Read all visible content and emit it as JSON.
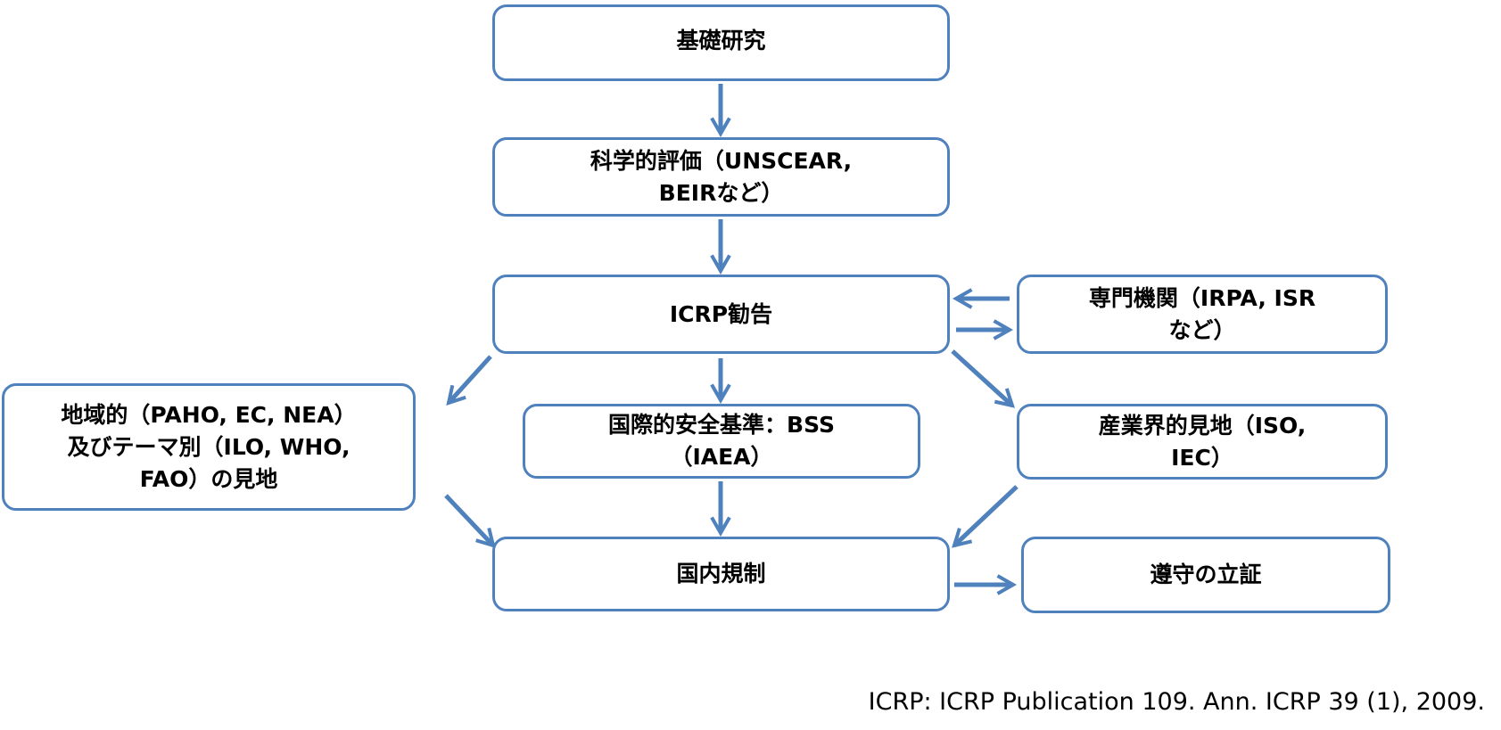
{
  "boxes": {
    "basic_research": "基礎研究",
    "scientific_evaluation": "科学的評価（UNSCEAR,\nBEIRなど）",
    "icrp_recommendations": "ICRP勧告",
    "professional_bodies": "専門機関（IRPA, ISR\nなど）",
    "regional_thematic": "地域的（PAHO, EC, NEA）\n及びテーマ別（ILO, WHO,\nFAO）の見地",
    "international_standards": "国際的安全基準：BSS\n（IAEA）",
    "industry_views": "産業界的見地（ISO,\nIEC）",
    "national_regulation": "国内規制",
    "demonstration_of_compliance": "遵守の立証"
  },
  "footnote": "ICRP: ICRP Publication 109. Ann. ICRP 39 (1), 2009.",
  "colors": {
    "accent": "#4F81BD"
  }
}
